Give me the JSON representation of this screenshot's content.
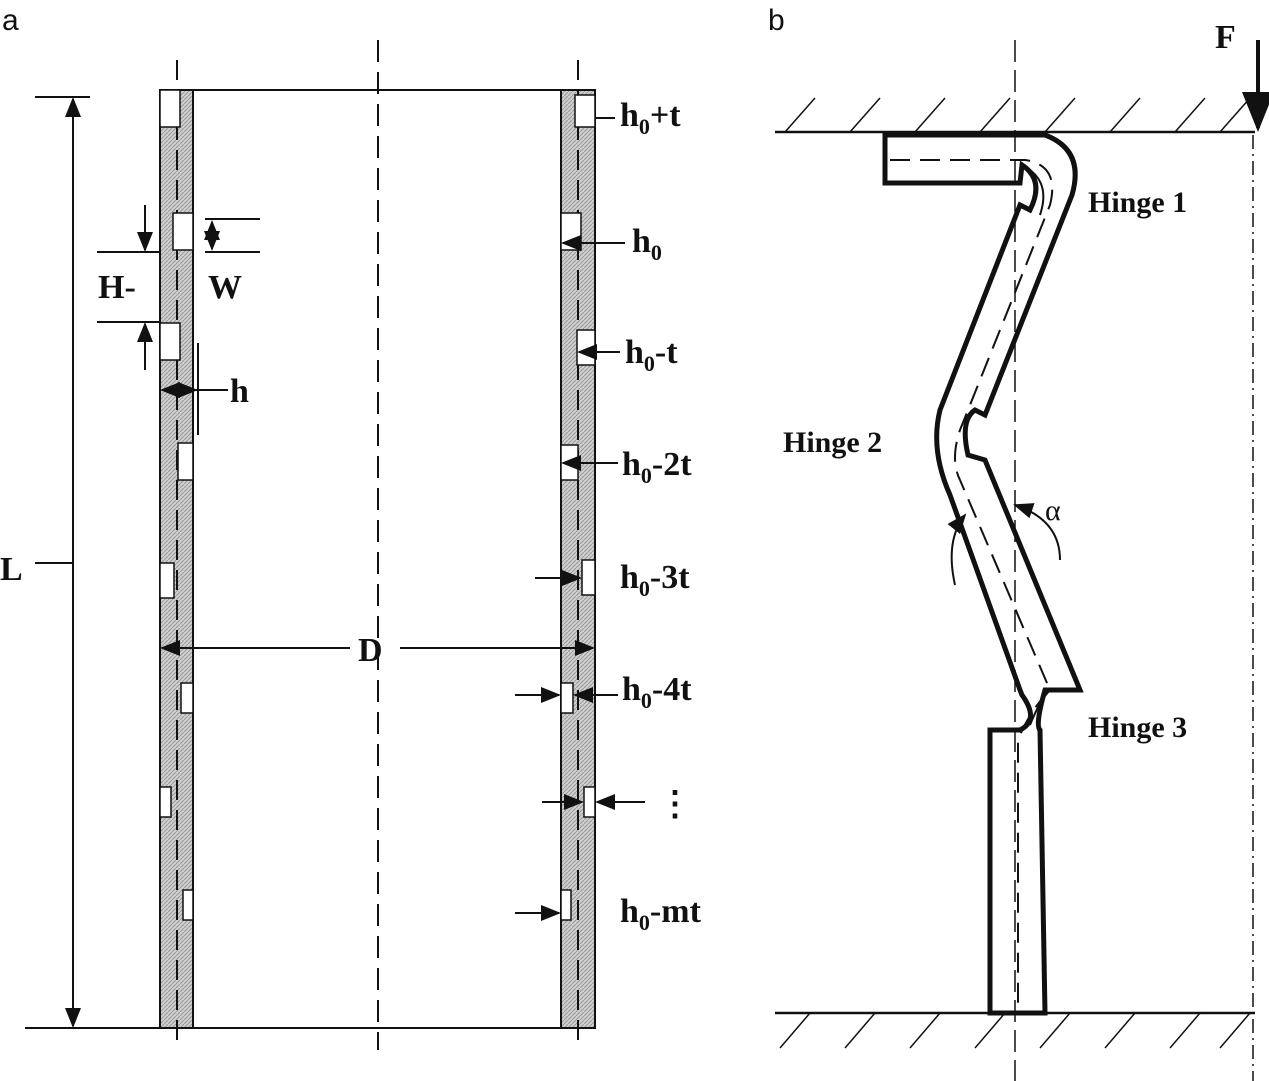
{
  "panels": {
    "a": "a",
    "b": "b"
  },
  "panel_a": {
    "L": "L",
    "D": "D",
    "H": "H-",
    "W": "W",
    "h": "h",
    "slot_labels": [
      {
        "base": "h",
        "sub": "0",
        "rest": "+t"
      },
      {
        "base": "h",
        "sub": "0",
        "rest": ""
      },
      {
        "base": "h",
        "sub": "0",
        "rest": "-t"
      },
      {
        "base": "h",
        "sub": "0",
        "rest": "-2t"
      },
      {
        "base": "h",
        "sub": "0",
        "rest": "-3t"
      },
      {
        "base": "h",
        "sub": "0",
        "rest": "-4t"
      },
      {
        "base": "⋮",
        "sub": "",
        "rest": ""
      },
      {
        "base": "h",
        "sub": "0",
        "rest": "-mt"
      }
    ]
  },
  "panel_b": {
    "force": "F",
    "angle": "α",
    "hinges": [
      "Hinge 1",
      "Hinge 2",
      "Hinge 3"
    ]
  },
  "colors": {
    "wall_fill": "#c8c8c8",
    "line": "#111111"
  }
}
